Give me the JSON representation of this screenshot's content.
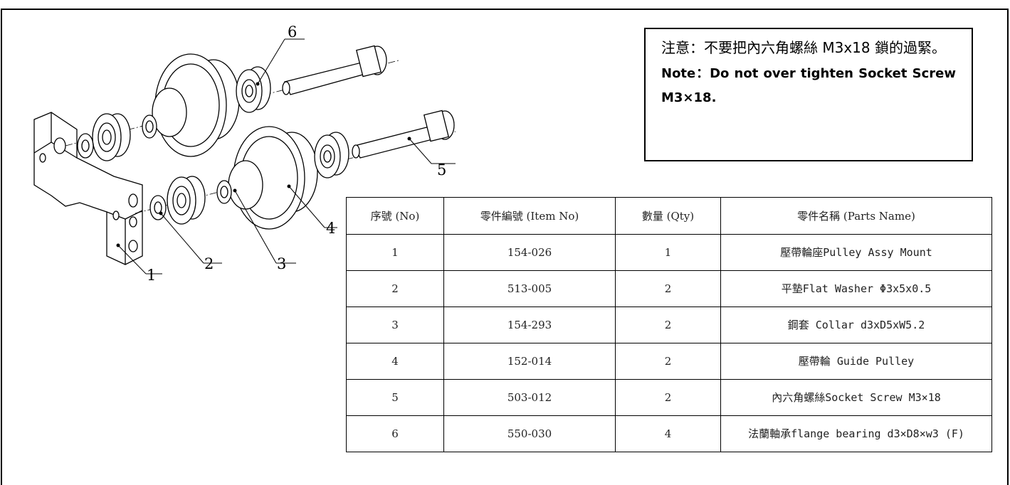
{
  "note": {
    "zh": "注意：不要把內六角螺絲 M3x18 鎖的過緊。",
    "en": "Note：Do not over tighten Socket Screw M3×18."
  },
  "callouts": [
    "1",
    "2",
    "3",
    "4",
    "5",
    "6"
  ],
  "table": {
    "headers": [
      "序號 (No)",
      "零件編號 (Item No)",
      "數量 (Qty)",
      "零件名稱 (Parts Name)"
    ],
    "rows": [
      [
        "1",
        "154-026",
        "1",
        "壓帶輪座Pulley Assy Mount"
      ],
      [
        "2",
        "513-005",
        "2",
        "平墊Flat Washer Φ3x5x0.5"
      ],
      [
        "3",
        "154-293",
        "2",
        "鋼套 Collar d3xD5xW5.2"
      ],
      [
        "4",
        "152-014",
        "2",
        "壓帶輪 Guide Pulley"
      ],
      [
        "5",
        "503-012",
        "2",
        "內六角螺絲Socket Screw M3×18"
      ],
      [
        "6",
        "550-030",
        "4",
        "法蘭軸承flange bearing d3×D8×w3 (F)"
      ]
    ]
  }
}
